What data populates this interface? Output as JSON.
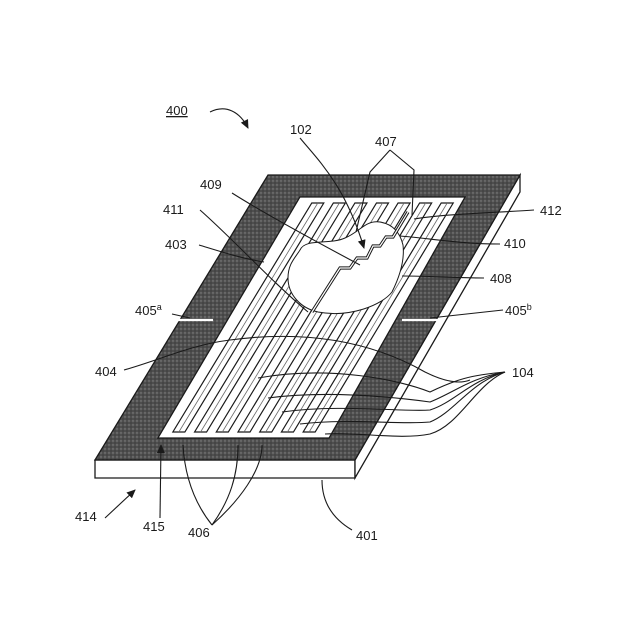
{
  "figure": {
    "number": "400",
    "labels": {
      "l102": "102",
      "l407": "407",
      "l409": "409",
      "l411": "411",
      "l412": "412",
      "l403": "403",
      "l410": "410",
      "l408": "408",
      "l405a_base": "405",
      "l405a_sup": "a",
      "l405b_base": "405",
      "l405b_sup": "b",
      "l404": "404",
      "l104": "104",
      "l414": "414",
      "l415": "415",
      "l406": "406",
      "l401": "401"
    }
  },
  "colors": {
    "ink": "#1a1a1a",
    "frame": "#5a5a5a",
    "line": "#2a2a2a"
  }
}
